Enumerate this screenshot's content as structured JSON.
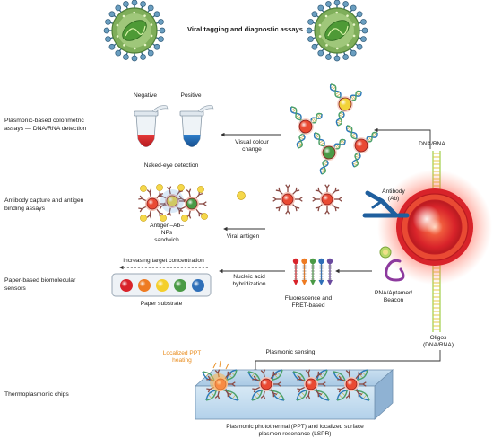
{
  "title": "Viral tagging and diagnostic assays",
  "sections": {
    "colorimetric": "Plasmonic-based colorimetric assays — DNA/RNA detection",
    "antibody": "Antibody capture and antigen binding assays",
    "paper": "Paper-based biomolecular sensors",
    "thermo": "Thermoplasmonic chips"
  },
  "tubes": {
    "negative": "Negative",
    "positive": "Positive",
    "caption": "Naked-eye detection"
  },
  "arrows": {
    "visual_change": "Visual colour change",
    "viral_antigen": "Viral antigen",
    "nucleic_hybrid": "Nucleic acid hybridization"
  },
  "labels": {
    "dna_rna": "DNA/RNA",
    "antibody": "Antibody (Ab)",
    "sandwich": "Antigen–Ab– NPs sandwich",
    "concentration": "Increasing target concentration",
    "paper_substrate": "Paper substrate",
    "fluorescence": "Fluorescence and FRET-based",
    "pna": "PNA/Aptamer/ Beacon",
    "oligos": "Oligos (DNA/RNA)",
    "plasmonic_sensing": "Plasmonic sensing",
    "ppt_heating": "Localized PPT heating",
    "chip_caption": "Plasmonic photothermal (PPT) and localized surface plasmon resonance (LSPR)"
  },
  "colors": {
    "red": "#d8232a",
    "blue": "#1f67b2",
    "orange": "#e88a1a",
    "virus_green": "#5a9a3a",
    "gold": "#f2d33a"
  }
}
